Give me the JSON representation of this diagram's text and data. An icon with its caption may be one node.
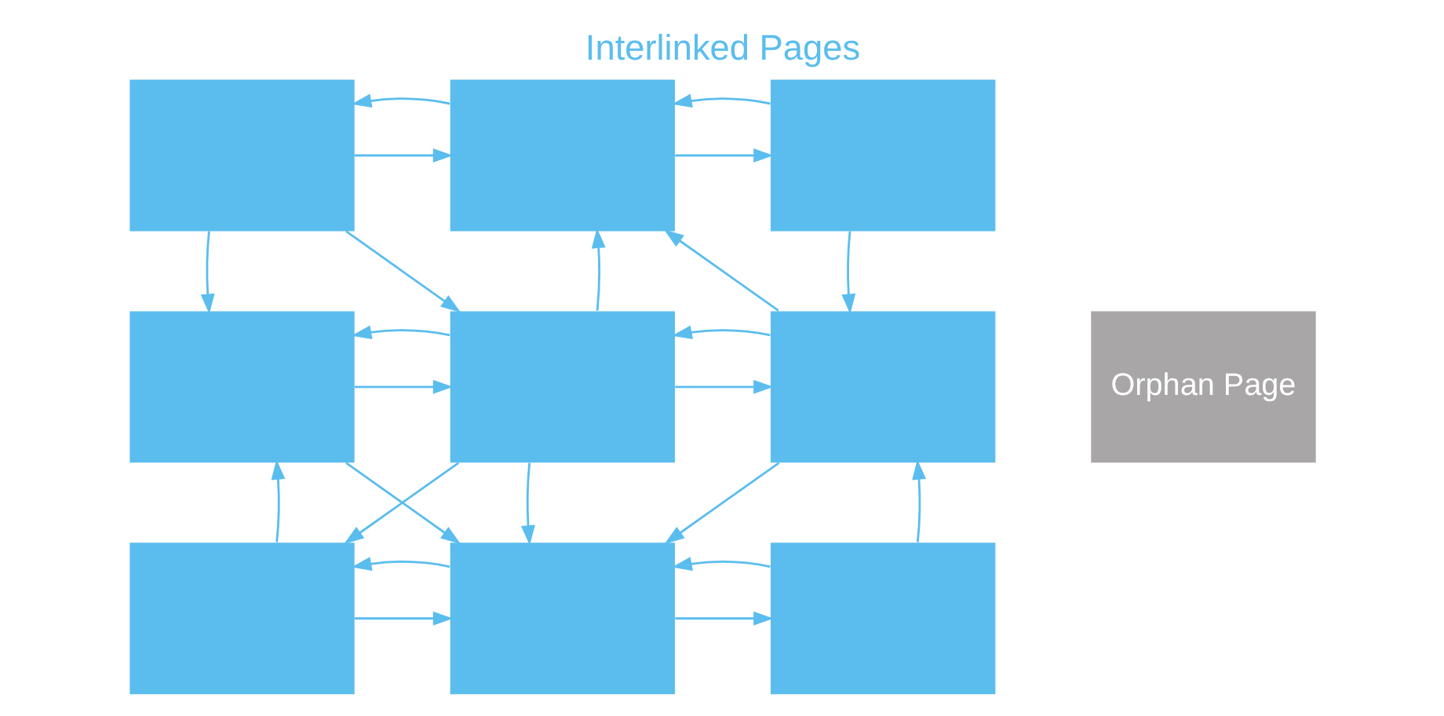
{
  "diagram": {
    "title": "Interlinked Pages",
    "nodes": [
      {
        "text": [],
        "shape": "box"
      },
      {
        "text": [],
        "shape": "box"
      },
      {
        "text": [],
        "shape": "box"
      },
      {
        "text": [],
        "shape": "box"
      },
      {
        "text": [],
        "shape": "box"
      },
      {
        "text": [],
        "shape": "box"
      },
      {
        "text": [],
        "shape": "box"
      },
      {
        "text": [],
        "shape": "box"
      },
      {
        "text": [],
        "shape": "box"
      },
      {
        "text": [
          "Orphan Page"
        ]
      }
    ],
    "edges": [
      {
        "from": 0,
        "to": 1,
        "arrow": "to"
      },
      {
        "from": 1,
        "to": 0,
        "arrow": "to"
      },
      {
        "from": 1,
        "to": 2,
        "arrow": "to"
      },
      {
        "from": 2,
        "to": 1,
        "arrow": "to"
      },
      {
        "from": 0,
        "to": 3,
        "arrow": "to"
      },
      {
        "from": 0,
        "to": 4,
        "arrow": "to"
      },
      {
        "from": 4,
        "to": 1,
        "arrow": "to"
      },
      {
        "from": 5,
        "to": 1,
        "arrow": "to"
      },
      {
        "from": 2,
        "to": 5,
        "arrow": "to"
      },
      {
        "from": 3,
        "to": 4,
        "arrow": "to"
      },
      {
        "from": 4,
        "to": 3,
        "arrow": "to"
      },
      {
        "from": 4,
        "to": 5,
        "arrow": "to"
      },
      {
        "from": 5,
        "to": 4,
        "arrow": "to"
      },
      {
        "from": 6,
        "to": 3,
        "arrow": "to"
      },
      {
        "from": 3,
        "to": 7,
        "arrow": "to"
      },
      {
        "from": 4,
        "to": 6,
        "arrow": "to"
      },
      {
        "from": 4,
        "to": 7,
        "arrow": "to"
      },
      {
        "from": 5,
        "to": 7,
        "arrow": "to"
      },
      {
        "from": 8,
        "to": 5,
        "arrow": "to"
      },
      {
        "from": 6,
        "to": 7,
        "arrow": "to"
      },
      {
        "from": 7,
        "to": 6,
        "arrow": "to"
      },
      {
        "from": 7,
        "to": 8,
        "arrow": "to"
      },
      {
        "from": 8,
        "to": 7,
        "arrow": "to"
      }
    ]
  }
}
